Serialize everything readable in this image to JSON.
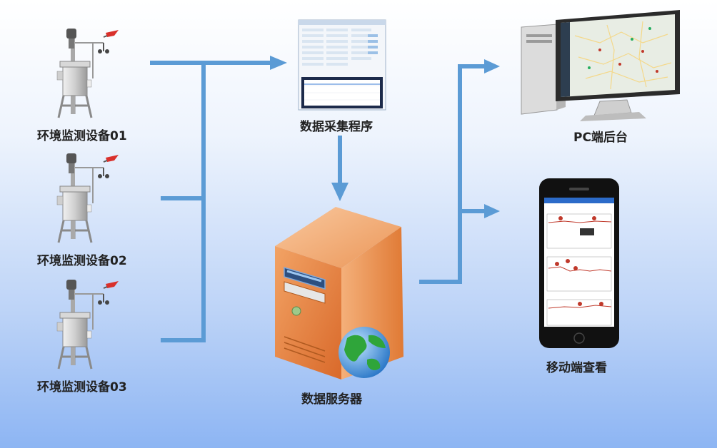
{
  "devices": [
    {
      "label": "环境监测设备01"
    },
    {
      "label": "环境监测设备02"
    },
    {
      "label": "环境监测设备03"
    }
  ],
  "collector": {
    "label": "数据采集程序"
  },
  "server": {
    "label": "数据服务器"
  },
  "pc": {
    "label": "PC端后台"
  },
  "mobile": {
    "label": "移动端查看"
  },
  "colors": {
    "connector": "#5b9bd5",
    "server_orange": "#e8873f",
    "background_bottom": "#8db5f3"
  },
  "icons": [
    "monitoring-station-icon",
    "software-window-icon",
    "server-tower-icon",
    "globe-icon",
    "desktop-computer-icon",
    "smartphone-icon"
  ]
}
